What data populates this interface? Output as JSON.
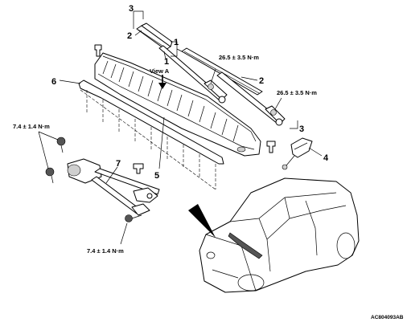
{
  "callouts": {
    "c1_top": "1",
    "c1_mid": "1",
    "c2_left": "2",
    "c2_right": "2",
    "c3_top": "3",
    "c3_right": "3",
    "c4": "4",
    "c5": "5",
    "c6": "6",
    "c7": "7"
  },
  "view_label": "View A",
  "torques": {
    "arm_upper": "26.5 ± 3.5 N·m",
    "arm_lower": "26.5 ± 3.5 N·m",
    "motor_upper": "7.4 ± 1.4 N·m",
    "motor_lower": "7.4 ± 1.4 N·m"
  },
  "figure_code": "AC804093AB"
}
